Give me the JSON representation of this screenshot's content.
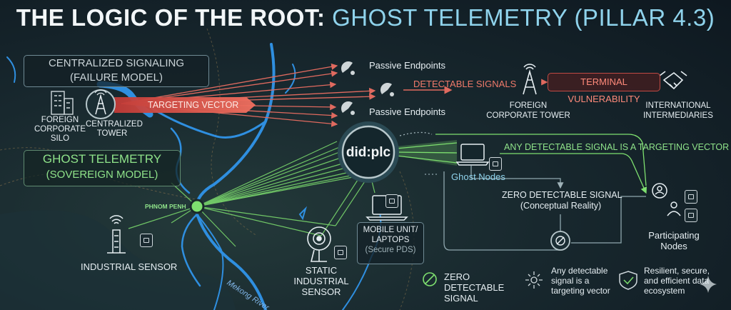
{
  "title": {
    "part1": "THE LOGIC OF THE ROOT:",
    "part2": "GHOST TELEMETRY (PILLAR 4.3)"
  },
  "failure_model": {
    "box_line1": "CENTRALIZED SIGNALING",
    "box_line2": "(FAILURE MODEL)",
    "silo_label": "FOREIGN CORPORATE SILO",
    "tower_label": "CENTRALIZED TOWER",
    "targeting_vector_label": "TARGETING VECTOR"
  },
  "passive_endpoints": {
    "top_label": "Passive Endpoints",
    "bottom_label": "Passive Endpoints"
  },
  "detectable_signals_label": "DETECTABLE SIGNALS",
  "foreign_tower_label": "FOREIGN CORPORATE TOWER",
  "terminal_vulnerability_label": "TERMINAL VULNERABILITY",
  "intermediaries_label": "INTERNATIONAL INTERMEDIARIES",
  "sovereign_model": {
    "box_line1": "GHOST TELEMETRY",
    "box_line2": "(SOVEREIGN MODEL)"
  },
  "hub_label": "did:plc",
  "ghost_nodes_label": "Ghost Nodes",
  "any_detectable_banner": "ANY DETECTABLE SIGNAL IS A TARGETING VECTOR",
  "zero_signal": {
    "line1": "ZERO DETECTABLE SIGNAL",
    "line2": "(Conceptual Reality)"
  },
  "participating_nodes_label": "Participating Nodes",
  "phnom_penh_label": "PHNOM PENH",
  "industrial_sensor_label": "INDUSTRIAL SENSOR",
  "static_sensor_label": "STATIC INDUSTRIAL SENSOR",
  "mobile_unit": {
    "line1": "MOBILE UNIT/",
    "line2": "LAPTOPS",
    "line3": "(Secure PDS)"
  },
  "river_label": "Mekong River",
  "legend": [
    {
      "icon": "no-signal-icon",
      "text": "ZERO DETECTABLE SIGNAL"
    },
    {
      "icon": "signal-burst-icon",
      "text": "Any detectable signal is a targeting vector"
    },
    {
      "icon": "shield-check-icon",
      "text": "Resilient, secure, and efficient data ecosystem"
    }
  ],
  "colors": {
    "green": "#7ee06f",
    "red": "#e0544f",
    "blue": "#2f8fe0",
    "cyan": "#8fd3ec"
  }
}
